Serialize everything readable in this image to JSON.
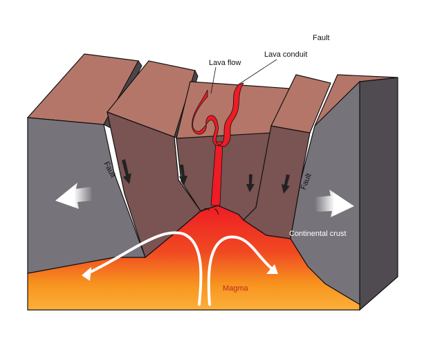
{
  "title": "Continental rift diagram",
  "labels": {
    "fault_top": "Fault",
    "lava_flow": "Lava flow",
    "lava_conduit": "Lava conduit",
    "fault_left": "Fault",
    "fault_right": "Fault",
    "continental_crust": "Continental crust",
    "magma": "Magma"
  },
  "colors": {
    "crust_gray": "#77737a",
    "crust_side": "#5f5b61",
    "block_brown": "#7a5353",
    "top_brown": "#b5766a",
    "lava_red": "#ee1c24",
    "magma_orange": "#f7931e",
    "magma_yellow": "#fbb03b"
  }
}
